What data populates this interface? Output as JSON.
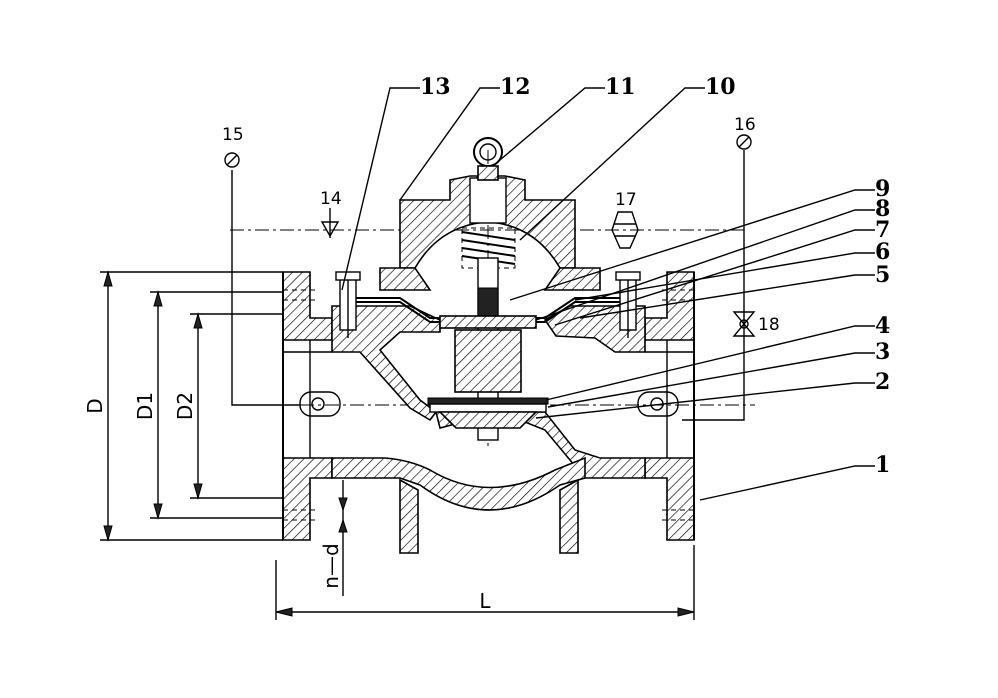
{
  "callouts": [
    {
      "id": "c13",
      "label": "13"
    },
    {
      "id": "c12",
      "label": "12"
    },
    {
      "id": "c11",
      "label": "11"
    },
    {
      "id": "c10",
      "label": "10"
    },
    {
      "id": "c9",
      "label": "9"
    },
    {
      "id": "c8",
      "label": "8"
    },
    {
      "id": "c7",
      "label": "7"
    },
    {
      "id": "c6",
      "label": "6"
    },
    {
      "id": "c5",
      "label": "5"
    },
    {
      "id": "c4",
      "label": "4"
    },
    {
      "id": "c3",
      "label": "3"
    },
    {
      "id": "c2",
      "label": "2"
    },
    {
      "id": "c1",
      "label": "1"
    }
  ],
  "accessories": {
    "a15": "15",
    "a16": "16",
    "a14": "14",
    "a17": "17",
    "a18": "18"
  },
  "dimensions": {
    "D": "D",
    "D1": "D1",
    "D2": "D2",
    "L": "L",
    "nd": "n—d"
  }
}
